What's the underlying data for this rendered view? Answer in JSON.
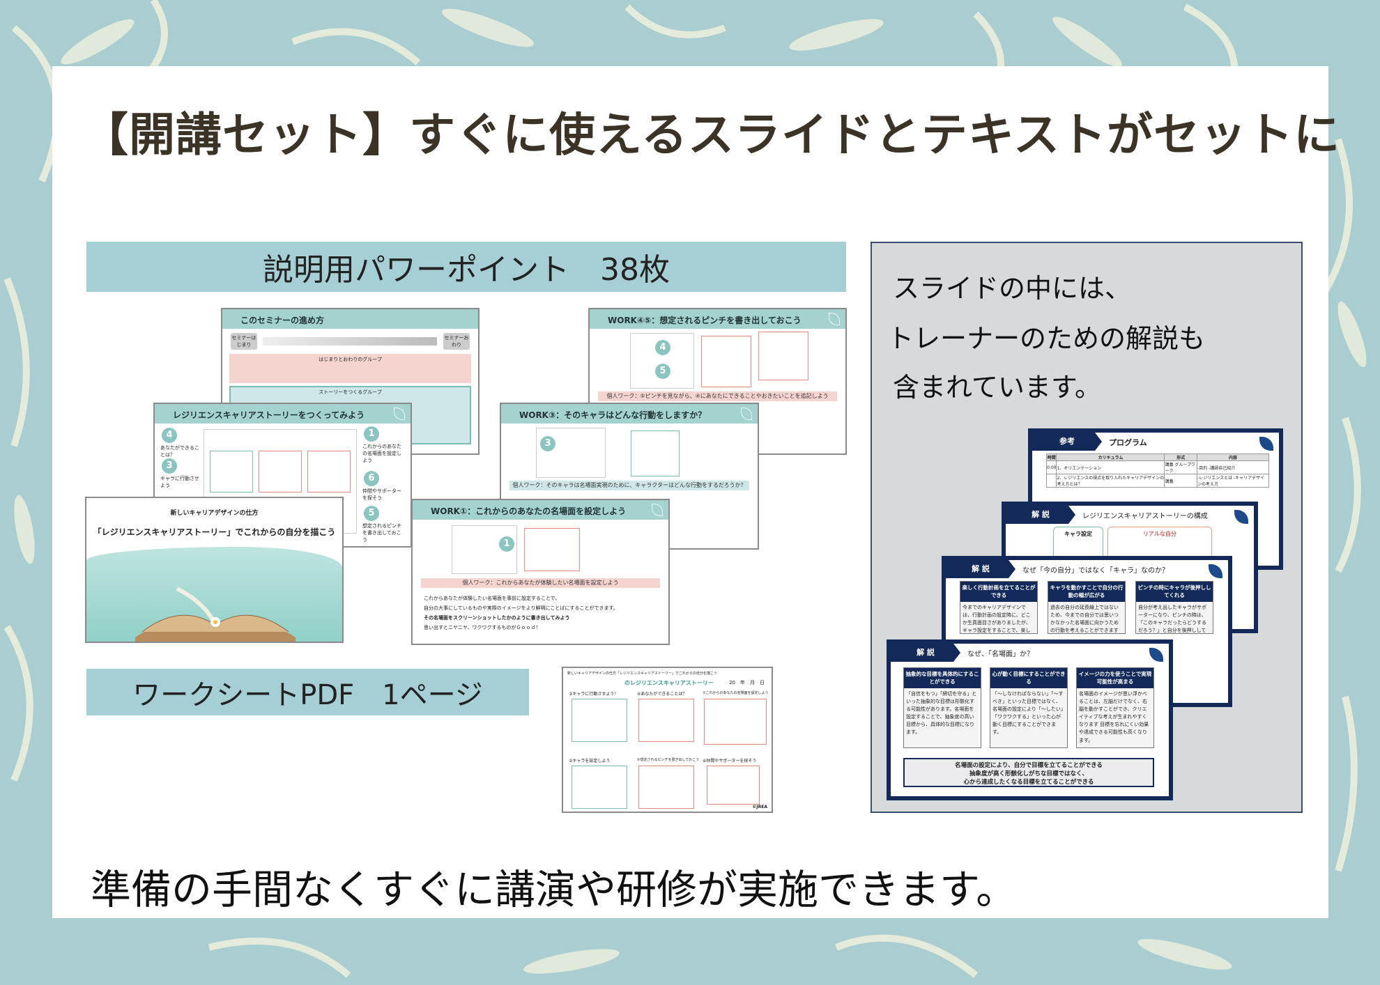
{
  "title": "【開講セット】すぐに使えるスライドとテキストがセットに",
  "ppt_banner": "説明用パワーポイント　38枚",
  "worksheet_banner": "ワークシートPDF　1ページ",
  "note_lines": [
    "スライドの中には、",
    "トレーナーのための解説も",
    "含まれています。"
  ],
  "footer": "準備の手間なくすぐに講演や研修が実施できます。",
  "colors": {
    "background": "#a9cdd0",
    "banner": "#a6cfd5",
    "navy": "#12295a",
    "teal": "#a3d2cf",
    "pink": "#f5d3cf",
    "title_text": "#3b3326"
  },
  "slides": {
    "seminar": {
      "title": "このセミナーの進め方",
      "start": "セミナーはじまり",
      "end": "セミナーおわり",
      "group1": "はじまりとおわりのグループ",
      "group2": "ストーリーをつくるグループ"
    },
    "work45": {
      "title": "WORK④⑤：想定されるピンチを書き出しておこう",
      "num4": "4",
      "num5": "5",
      "task": "個人ワーク：⑤ピンチを見ながら、④にあなたにできることやおきたいことを追記しよう"
    },
    "resilience": {
      "title": "レジリエンスキャリアストーリーをつくってみよう",
      "steps": [
        {
          "n": "4",
          "t": "あなたができることは？"
        },
        {
          "n": "3",
          "t": "キャラに行動させよう"
        },
        {
          "n": "1",
          "t": "これからのあなたの名場面を設定しよう"
        },
        {
          "n": "6",
          "t": "仲間やサポーターを探そう"
        },
        {
          "n": "5",
          "t": "想定されるピンチを書き出しておこう"
        }
      ]
    },
    "work3": {
      "title": "WORK③：そのキャラはどんな行動をしますか？",
      "num": "3",
      "task": "個人ワーク：そのキャラは名場面実現のために、キャラクターはどんな行動をするだろうか？"
    },
    "cover": {
      "subtitle": "新しいキャリアデザインの仕方",
      "title": "「レジリエンスキャリアストーリー」でこれからの自分を描こう"
    },
    "work1": {
      "title": "WORK①：これからのあなたの名場面を設定しよう",
      "num": "1",
      "task": "個人ワーク：これからあなたが体験したい名場面を設定しよう",
      "body": [
        "これからあなたが体験したい名場面を事前に設定することで、",
        "自分の大事にしているものや実際のイメージをより鮮明にことばにすることができます。",
        "その名場面をスクリーンショットしたかのように書き出してみよう",
        "思い出すとニヤニヤ、ワクワクするものがＧｏｏｄ！"
      ]
    }
  },
  "navy_slides": {
    "program": {
      "tag": "参考",
      "title": "プログラム",
      "headers": [
        "時間",
        "カリキュラム",
        "形式",
        "内容"
      ],
      "rows": [
        [
          "0:00",
          "1．オリエンテーション",
          "講義 グループワーク",
          "-目的 -講師自己紹介"
        ],
        [
          "",
          "2．レジリエンスの視点を取り入れたキャリアデザインの考え方とは？",
          "講義",
          "-レジリエンスとは -キャリアデザインの考え方"
        ]
      ]
    },
    "structure": {
      "tag": "解 説",
      "title": "レジリエンスキャリアストーリーの構成",
      "box1": "キャラ設定",
      "box2": "リアルな自分"
    },
    "why_chara": {
      "tag": "解 説",
      "title": "なぜ「今の自分」ではなく「キャラ」なのか？",
      "cols": [
        {
          "head": "楽しく行動計画を立てることができる",
          "body": "今までのキャリアデザインでは、行動計画の設定時に、どこか生真面目さがありましたが、キャラ設定をすることで、楽しく、気楽に、自由に行動を考"
        },
        {
          "head": "キャラを動かすことで自分の行動の幅が広がる",
          "body": "過去の自分の延長線上ではないため、今までの自分では思いつかなかった名場面に向かうための行動を考えることができます"
        },
        {
          "head": "ピンチの時にキャラが後押ししてくれる",
          "body": "自分が考え出したキャラがサポーターになり、ピンチの時は、「このキャラだったらどうするだろう？」と自分を後押ししてくれる存在になりま"
        }
      ]
    },
    "why_scene": {
      "tag": "解 説",
      "title": "なぜ、「名場面」か？",
      "cols": [
        {
          "head": "抽象的な目標を具体的にすることができる",
          "body": "「自信をもつ」「締切を守る」といった抽象的な目標は形骸化する可能性があります。名場面を設定することで、抽象度の高い目標から、具体的な目標になります。"
        },
        {
          "head": "心が動く目標にすることができる",
          "body": "「～しなければならない」「～すべき」といった目標ではなく、名場面の設定により「～したい」「ワクワクする」といった心が動く目標にすることができます。"
        },
        {
          "head": "イメージの力を使うことで実現可能性が高まる",
          "body": "名場面のイメージが思い浮かべることは、左脳だけでなく、右脳を動かすことができ、クリエイティブな考えが生まれやすくなります 目標を忘れにくい効果や達成できる可能性も高くなります。"
        }
      ],
      "summary": [
        "名場面の設定により、自分で目標を立てることができる",
        "抽象度が高く形骸化しがちな目標ではなく、",
        "心から達成したくなる目標を立てることができる"
      ]
    }
  },
  "worksheet": {
    "header": "新しいキャリアデザインの仕方「レジリエンスキャリアストーリー」でこれからの自分を描こう",
    "title": "のレジリエンスキャリアストーリー",
    "date": "20　年　月　日",
    "cells": [
      "③キャラに行動させよう！",
      "④あなたができることは？",
      "①これからのあなたの名場面を設定しよう",
      "②キャラを設定しよう",
      "⑤想定されるピンチを書き出しておこう",
      "⑥仲間やサポーターを探そう"
    ],
    "logo": "©JREA"
  }
}
